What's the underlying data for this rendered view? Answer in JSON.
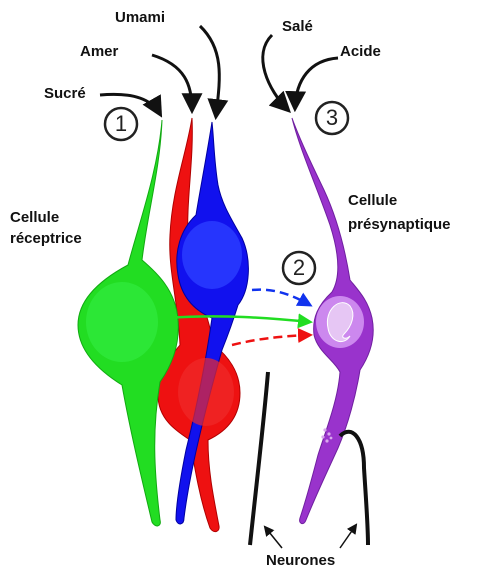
{
  "tastes": {
    "umami": "Umami",
    "amer": "Amer",
    "sucre": "Sucré",
    "sale": "Salé",
    "acide": "Acide"
  },
  "steps": {
    "one": "1",
    "two": "2",
    "three": "3"
  },
  "cells": {
    "receptrice_line1": "Cellule",
    "receptrice_line2": "réceptrice",
    "presynaptique_line1": "Cellule",
    "presynaptique_line2": "présynaptique",
    "neurones": "Neurones"
  },
  "colors": {
    "sweet_cell": "#22dd22",
    "bitter_cell": "#ee1111",
    "umami_cell": "#1111ee",
    "presynaptic_cell": "#9933cc",
    "presynaptic_light": "#cc88ee",
    "neuron_line": "#111111"
  }
}
